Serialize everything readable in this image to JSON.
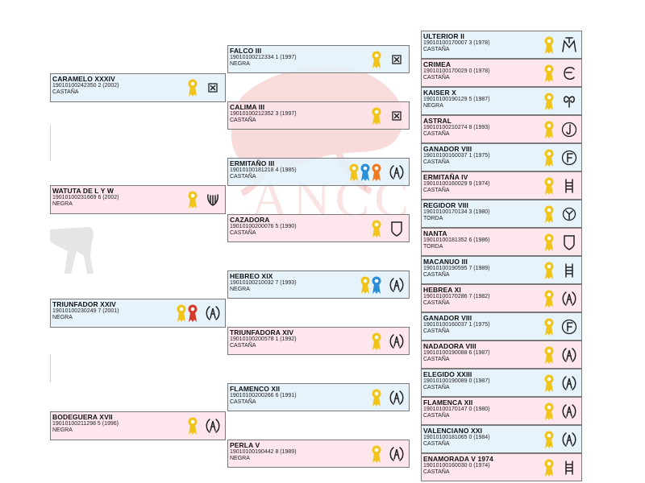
{
  "watermark_text": "ANCC",
  "horses": [
    {
      "id": "p",
      "name": "CARAMELO XXXIV",
      "reg": "19010100242350 2 (2002)",
      "color": "CASTAÑA",
      "sex": "male",
      "icons": [
        "ribbon-gold",
        "brand-box"
      ]
    },
    {
      "id": "m",
      "name": "WATUTA DE L Y W",
      "reg": "19010100231669 6 (2002)",
      "color": "NEGRA",
      "sex": "female",
      "icons": [
        "ribbon-gold",
        "brand-harp"
      ]
    },
    {
      "id": "pp",
      "name": "TRIUNFADOR XXIV",
      "reg": "19010100230249 7 (2001)",
      "color": "NEGRA",
      "sex": "male",
      "icons": [
        "ribbon-gold",
        "ribbon-red",
        "brand-a"
      ]
    },
    {
      "id": "mm",
      "name": "BODEGUERA XVII",
      "reg": "19010100211298 5 (1996)",
      "color": "NEGRA",
      "sex": "female",
      "icons": [
        "ribbon-gold",
        "brand-a"
      ]
    },
    {
      "id": "g1",
      "name": "FALCO III",
      "reg": "19010100212334 1 (1997)",
      "color": "NEGRA",
      "sex": "male",
      "icons": [
        "ribbon-gold",
        "brand-box"
      ]
    },
    {
      "id": "g2",
      "name": "CALIMA III",
      "reg": "19010100212352 3 (1997)",
      "color": "CASTAÑA",
      "sex": "female",
      "icons": [
        "ribbon-gold",
        "brand-box"
      ]
    },
    {
      "id": "g3",
      "name": "ERMITAÑO III",
      "reg": "19010100181218 4 (1985)",
      "color": "CASTAÑA",
      "sex": "male",
      "icons": [
        "ribbon-gold",
        "ribbon-blue",
        "ribbon-orange",
        "brand-a"
      ]
    },
    {
      "id": "g4",
      "name": "CAZADORA",
      "reg": "19010100200076 5 (1990)",
      "color": "CASTAÑA",
      "sex": "female",
      "icons": [
        "ribbon-gold",
        "brand-shield"
      ]
    },
    {
      "id": "g5",
      "name": "HEBREO XIX",
      "reg": "19010100210032 7 (1993)",
      "color": "NEGRA",
      "sex": "male",
      "icons": [
        "ribbon-gold",
        "ribbon-blue",
        "brand-a"
      ]
    },
    {
      "id": "g6",
      "name": "TRIUNFADORA XIV",
      "reg": "19010100200578 1 (1992)",
      "color": "CASTAÑA",
      "sex": "female",
      "icons": [
        "ribbon-gold",
        "brand-a"
      ]
    },
    {
      "id": "g7",
      "name": "FLAMENCO XII",
      "reg": "19010100200266 6 (1991)",
      "color": "CASTAÑA",
      "sex": "male",
      "icons": [
        "ribbon-gold",
        "brand-a"
      ]
    },
    {
      "id": "g8",
      "name": "PERLA V",
      "reg": "19010100190442 8 (1989)",
      "color": "NEGRA",
      "sex": "female",
      "icons": [
        "ribbon-gold",
        "brand-a"
      ]
    },
    {
      "id": "h1",
      "name": "ULTERIOR II",
      "reg": "19010100170007 3 (1978)",
      "color": "CASTAÑA",
      "sex": "male",
      "icons": [
        "ribbon-gold",
        "brand-m"
      ]
    },
    {
      "id": "h2",
      "name": "CRIMEA",
      "reg": "19010100170029 0 (1978)",
      "color": "CASTAÑA",
      "sex": "female",
      "icons": [
        "ribbon-gold",
        "brand-c"
      ]
    },
    {
      "id": "h3",
      "name": "KAISER X",
      "reg": "19010100190129 5 (1987)",
      "color": "NEGRA",
      "sex": "male",
      "icons": [
        "ribbon-gold",
        "brand-horns"
      ]
    },
    {
      "id": "h4",
      "name": "ASTRAL",
      "reg": "19010100210274 8 (1993)",
      "color": "CASTAÑA",
      "sex": "female",
      "icons": [
        "ribbon-gold",
        "brand-j"
      ]
    },
    {
      "id": "h5",
      "name": "GANADOR VIII",
      "reg": "19010100160037 1 (1975)",
      "color": "CASTAÑA",
      "sex": "male",
      "icons": [
        "ribbon-gold",
        "brand-f"
      ]
    },
    {
      "id": "h6",
      "name": "ERMITAÑA IV",
      "reg": "19010100160029 9 (1974)",
      "color": "CASTAÑA",
      "sex": "female",
      "icons": [
        "ribbon-gold",
        "brand-ladder"
      ]
    },
    {
      "id": "h7",
      "name": "REGIDOR VIII",
      "reg": "19010100170134 3 (1980)",
      "color": "TORDA",
      "sex": "male",
      "icons": [
        "ribbon-gold",
        "brand-circle-y"
      ]
    },
    {
      "id": "h8",
      "name": "NANTA",
      "reg": "19010100181352 6 (1986)",
      "color": "TORDA",
      "sex": "female",
      "icons": [
        "ribbon-gold",
        "brand-shield"
      ]
    },
    {
      "id": "h9",
      "name": "MACANUO III",
      "reg": "19010100190595 7 (1989)",
      "color": "CASTAÑA",
      "sex": "male",
      "icons": [
        "ribbon-gold",
        "brand-ladder"
      ]
    },
    {
      "id": "h10",
      "name": "HEBREA XI",
      "reg": "19010100170286 7 (1982)",
      "color": "CASTAÑA",
      "sex": "female",
      "icons": [
        "ribbon-gold",
        "brand-a"
      ]
    },
    {
      "id": "h11",
      "name": "GANADOR VIII",
      "reg": "19010100160037 1 (1975)",
      "color": "CASTAÑA",
      "sex": "male",
      "icons": [
        "ribbon-gold",
        "brand-f"
      ]
    },
    {
      "id": "h12",
      "name": "NADADORA VIII",
      "reg": "19010100190088 6 (1987)",
      "color": "CASTAÑA",
      "sex": "female",
      "icons": [
        "ribbon-gold",
        "brand-a"
      ]
    },
    {
      "id": "h13",
      "name": "ELEGIDO XXIII",
      "reg": "19010100190089 0 (1987)",
      "color": "CASTAÑA",
      "sex": "male",
      "icons": [
        "ribbon-gold",
        "brand-a"
      ]
    },
    {
      "id": "h14",
      "name": "FLAMENCA XII",
      "reg": "19010100170147 0 (1980)",
      "color": "CASTAÑA",
      "sex": "female",
      "icons": [
        "ribbon-gold",
        "brand-a"
      ]
    },
    {
      "id": "h15",
      "name": "VALENCIANO XXI",
      "reg": "19010100181065 0 (1984)",
      "color": "CASTAÑA",
      "sex": "male",
      "icons": [
        "ribbon-gold",
        "brand-a"
      ]
    },
    {
      "id": "h16",
      "name": "ENAMORADA V 1974",
      "reg": "19010100160030 0 (1974)",
      "color": "CASTAÑA",
      "sex": "female",
      "icons": [
        "ribbon-gold",
        "brand-ladder"
      ]
    }
  ]
}
